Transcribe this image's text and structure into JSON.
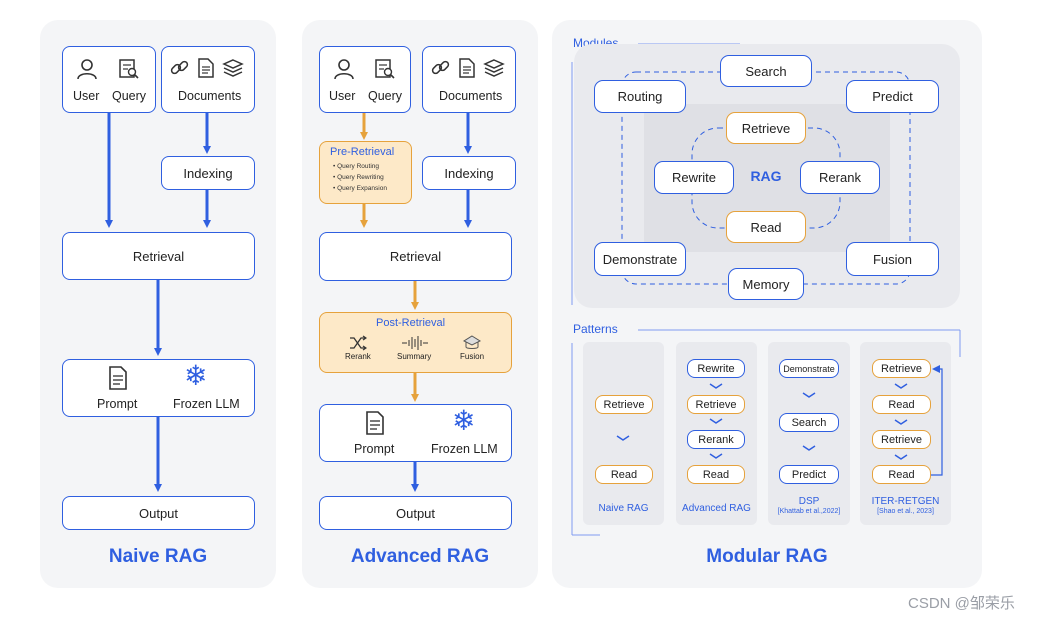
{
  "naive": {
    "title": "Naive RAG",
    "user": "User",
    "query": "Query",
    "documents": "Documents",
    "indexing": "Indexing",
    "retrieval": "Retrieval",
    "prompt": "Prompt",
    "frozen_llm": "Frozen LLM",
    "output": "Output"
  },
  "advanced": {
    "title": "Advanced RAG",
    "user": "User",
    "query": "Query",
    "documents": "Documents",
    "pre_retrieval": {
      "title": "Pre-Retrieval",
      "items": [
        "Query Routing",
        "Query Rewriting",
        "Query Expansion"
      ]
    },
    "indexing": "Indexing",
    "retrieval": "Retrieval",
    "post_retrieval": {
      "title": "Post-Retrieval",
      "items": [
        "Rerank",
        "Summary",
        "Fusion"
      ]
    },
    "prompt": "Prompt",
    "frozen_llm": "Frozen LLM",
    "output": "Output"
  },
  "modular": {
    "title": "Modular RAG",
    "modules_label": "Modules",
    "patterns_label": "Patterns",
    "modules": {
      "search": "Search",
      "routing": "Routing",
      "predict": "Predict",
      "retrieve": "Retrieve",
      "rewrite": "Rewrite",
      "rag": "RAG",
      "rerank": "Rerank",
      "read": "Read",
      "demonstrate": "Demonstrate",
      "fusion": "Fusion",
      "memory": "Memory"
    },
    "patterns": [
      {
        "name": "Naive RAG",
        "sub": "",
        "steps": [
          "Retrieve",
          "Read"
        ]
      },
      {
        "name": "Advanced RAG",
        "sub": "",
        "steps": [
          "Rewrite",
          "Retrieve",
          "Rerank",
          "Read"
        ]
      },
      {
        "name": "DSP",
        "sub": "[Khattab et al.,2022]",
        "steps": [
          "Demonstrate",
          "Search",
          "Predict"
        ]
      },
      {
        "name": "ITER-RETGEN",
        "sub": "[Shao et al., 2023]",
        "steps": [
          "Retrieve",
          "Read",
          "Retrieve",
          "Read"
        ]
      }
    ]
  },
  "watermark": "CSDN @邹荣乐",
  "colors": {
    "blue": "#2f5fe0",
    "orange": "#e6a23c",
    "orange_fill": "#fde9c8",
    "panel": "#f4f5f7"
  }
}
